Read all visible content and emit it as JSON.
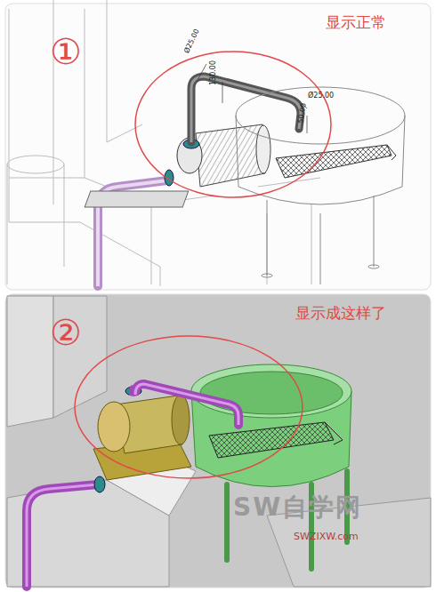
{
  "diagram": {
    "labels": [
      "①",
      "显示正常",
      "Ø25.00",
      "130.00",
      "Ø25.00",
      "50.00",
      "②",
      "显示成这样了",
      "SW自学网",
      "SWZIXW.com"
    ]
  }
}
